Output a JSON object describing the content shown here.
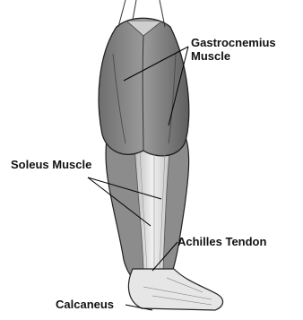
{
  "labels": {
    "gastrocnemius_line1": "Gastrocnemius",
    "gastrocnemius_line2": "Muscle",
    "soleus": "Soleus Muscle",
    "achilles": "Achilles Tendon",
    "calcaneus": "Calcaneus"
  },
  "colors": {
    "muscle_dark": "#5a5a5a",
    "muscle_mid": "#8a8a8a",
    "tendon": "#dcdcdc",
    "outline": "#222222",
    "leader": "#000000"
  }
}
